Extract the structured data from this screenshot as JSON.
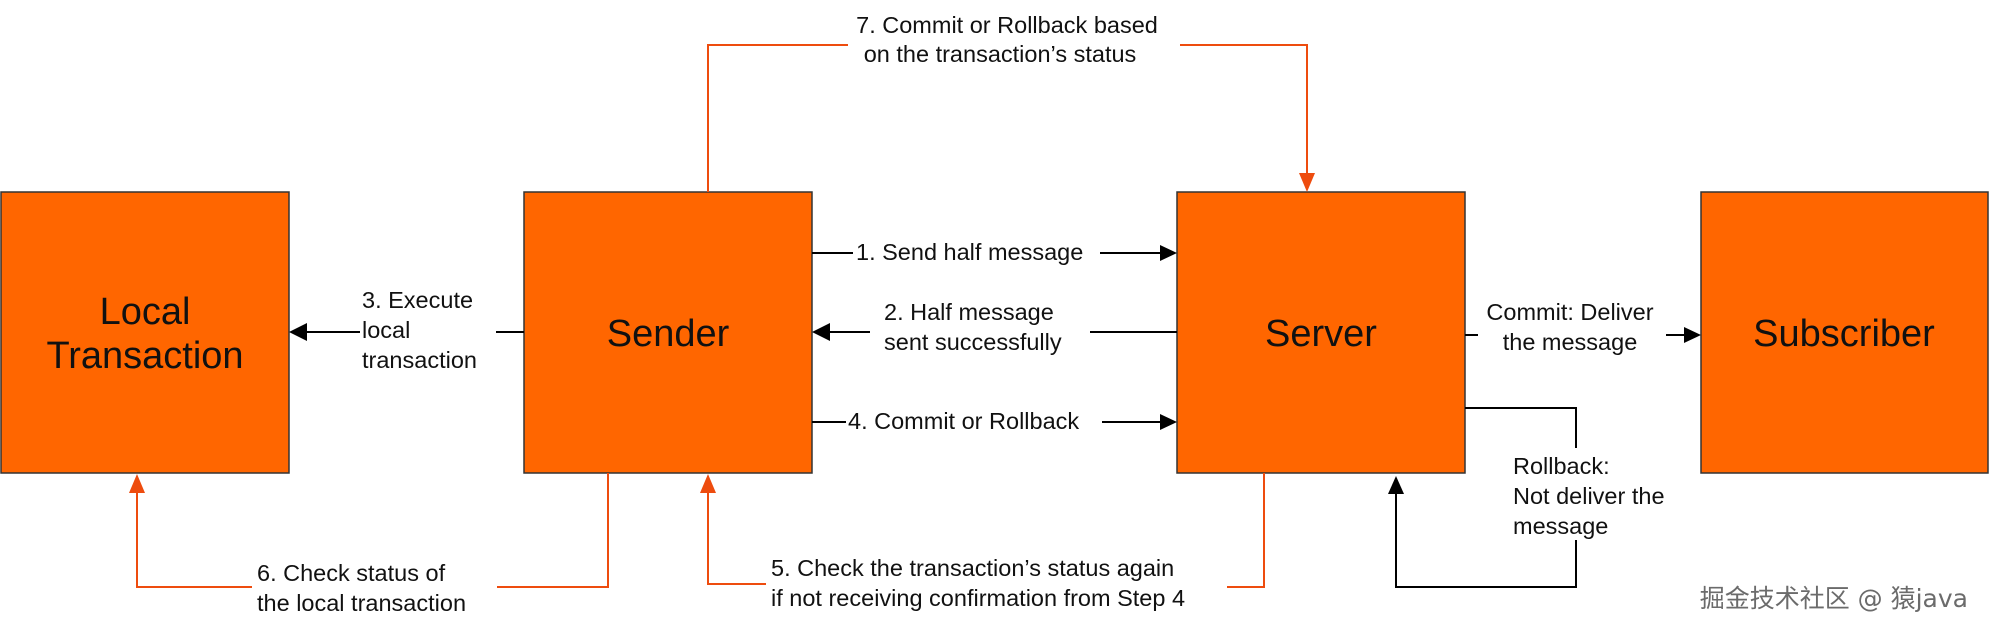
{
  "colors": {
    "box_fill": "#ff6600",
    "box_border": "#333333",
    "black_arrow": "#000000",
    "orange_arrow": "#ee4c0e",
    "text": "#111111"
  },
  "boxes": {
    "local_transaction": [
      "Local",
      "Transaction"
    ],
    "sender": "Sender",
    "server": "Server",
    "subscriber": "Subscriber"
  },
  "steps": {
    "step1": "1. Send half message",
    "step2": [
      "2. Half message",
      "sent successfully"
    ],
    "step3": [
      "3. Execute",
      "local",
      "transaction"
    ],
    "step4": "4. Commit or Rollback",
    "step5": [
      "5. Check the transaction’s status again",
      "if not receiving confirmation from Step 4"
    ],
    "step6": [
      "6. Check status of",
      "the local transaction"
    ],
    "step7": [
      "7. Commit or Rollback based",
      "on the transaction’s status"
    ]
  },
  "outcomes": {
    "commit": [
      "Commit: Deliver",
      "the message"
    ],
    "rollback": [
      "Rollback:",
      "Not deliver the",
      "message"
    ]
  },
  "watermark": "掘金技术社区 @ 猿java"
}
